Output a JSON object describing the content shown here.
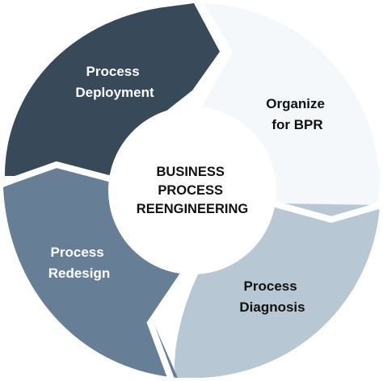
{
  "diagram": {
    "center_title": [
      "BUSINESS",
      "PROCESS",
      "REENGINEERING"
    ],
    "segments": [
      {
        "id": "process-deployment",
        "label_lines": [
          "Process",
          "Deployment"
        ],
        "fill": "#384a59",
        "text_color": "#ffffff"
      },
      {
        "id": "organize-for-bpr",
        "label_lines": [
          "Organize",
          "for BPR"
        ],
        "fill": "#f4f8fb",
        "text_color": "#111111"
      },
      {
        "id": "process-diagnosis",
        "label_lines": [
          "Process",
          "Diagnosis"
        ],
        "fill": "#b7c7d3",
        "text_color": "#111111"
      },
      {
        "id": "process-redesign",
        "label_lines": [
          "Process",
          "Redesign"
        ],
        "fill": "#667f97",
        "text_color": "#ffffff"
      }
    ],
    "center_fill": "#ffffff",
    "background": "#ffffff"
  }
}
